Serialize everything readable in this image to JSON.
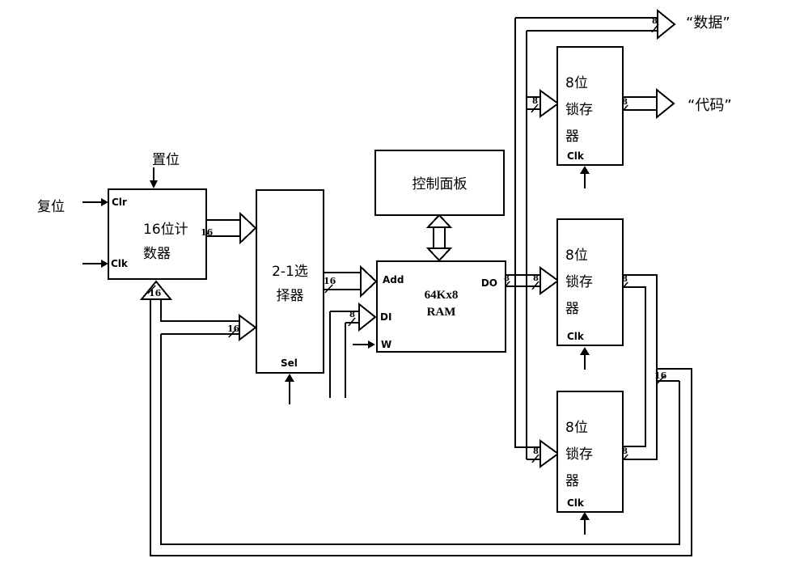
{
  "colors": {
    "line": "#000000",
    "background": "#ffffff"
  },
  "labels": {
    "reset": "复位",
    "set": "置位",
    "data_out": "“数据”",
    "code_out": "“代码”",
    "bus16": "16",
    "bus8": "8"
  },
  "blocks": {
    "counter": {
      "title_l1": "16位计",
      "title_l2": "数器",
      "port_clr": "Clr",
      "port_clk": "Clk"
    },
    "selector": {
      "title_l1": "2-1选",
      "title_l2": "择器",
      "port_sel": "Sel"
    },
    "panel": {
      "title": "控制面板"
    },
    "ram": {
      "title_l1": "64Kx8",
      "title_l2": "RAM",
      "port_add": "Add",
      "port_di": "DI",
      "port_w": "W",
      "port_do": "DO"
    },
    "latch": {
      "title_l1": "8位",
      "title_l2": "锁存",
      "title_l3": "器",
      "port_clk": "Clk"
    }
  }
}
